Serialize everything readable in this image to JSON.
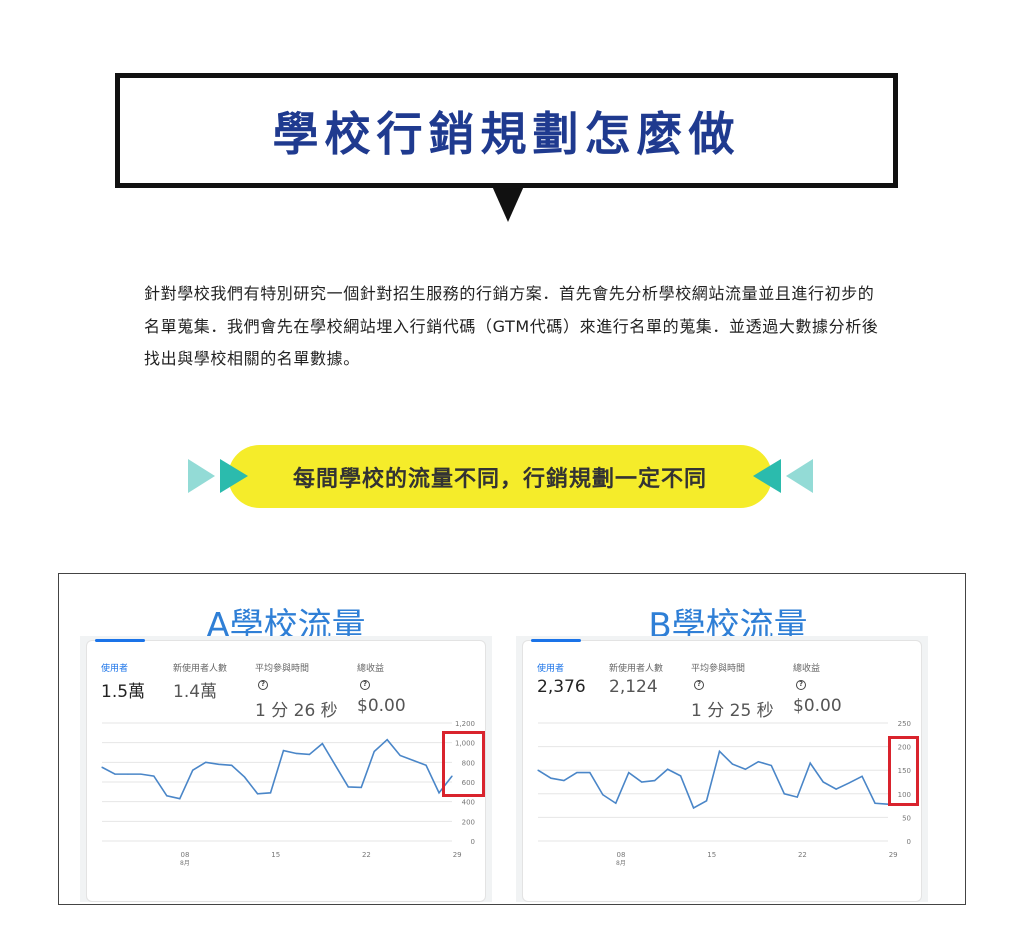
{
  "title": "學校行銷規劃怎麼做",
  "paragraph": "針對學校我們有特別研究一個針對招生服務的行銷方案．首先會先分析學校網站流量並且進行初步的名單蒐集．我們會先在學校網站埋入行銷代碼（GTM代碼）來進行名單的蒐集．並透過大數據分析後找出與學校相關的名單數據。",
  "banner": "每間學校的流量不同，行銷規劃一定不同",
  "colors": {
    "title": "#1f3a8f",
    "banner": "#f5ec2a",
    "teal": "#2bbbad",
    "teal_light": "#93dbd6",
    "line": "#4a86c8",
    "highlight": "#d9232d"
  },
  "panels": [
    {
      "heading": "A學校流量",
      "metrics": [
        {
          "label": "使用者",
          "value": "1.5萬"
        },
        {
          "label": "新使用者人數",
          "value": "1.4萬"
        },
        {
          "label": "平均參與時間",
          "value": "1 分 26 秒",
          "help": "?"
        },
        {
          "label": "總收益",
          "value": "$0.00",
          "help": "?"
        }
      ]
    },
    {
      "heading": "B學校流量",
      "metrics": [
        {
          "label": "使用者",
          "value": "2,376"
        },
        {
          "label": "新使用者人數",
          "value": "2,124"
        },
        {
          "label": "平均參與時間",
          "value": "1 分 25 秒",
          "help": "?"
        },
        {
          "label": "總收益",
          "value": "$0.00",
          "help": "?"
        }
      ]
    }
  ],
  "chart_data": [
    {
      "type": "line",
      "title": "A學校流量",
      "x_ticks": [
        "08",
        "15",
        "22",
        "29"
      ],
      "x_month": "8月",
      "y_ticks": [
        0,
        200,
        400,
        600,
        800,
        1000,
        1200
      ],
      "ylim": [
        0,
        1200
      ],
      "highlighted_ticks": [
        600,
        800,
        1000
      ],
      "values": [
        750,
        680,
        680,
        680,
        660,
        460,
        430,
        720,
        800,
        780,
        770,
        650,
        480,
        490,
        920,
        890,
        880,
        990,
        770,
        550,
        545,
        910,
        1030,
        870,
        820,
        770,
        490,
        660
      ]
    },
    {
      "type": "line",
      "title": "B學校流量",
      "x_ticks": [
        "08",
        "15",
        "22",
        "29"
      ],
      "x_month": "8月",
      "y_ticks": [
        0,
        50,
        100,
        150,
        200,
        250
      ],
      "ylim": [
        0,
        250
      ],
      "highlighted_ticks": [
        100,
        150,
        200
      ],
      "values": [
        150,
        133,
        128,
        145,
        145,
        98,
        80,
        145,
        125,
        128,
        152,
        138,
        70,
        85,
        190,
        163,
        152,
        168,
        160,
        100,
        93,
        165,
        125,
        110,
        123,
        137,
        80,
        78
      ]
    }
  ]
}
